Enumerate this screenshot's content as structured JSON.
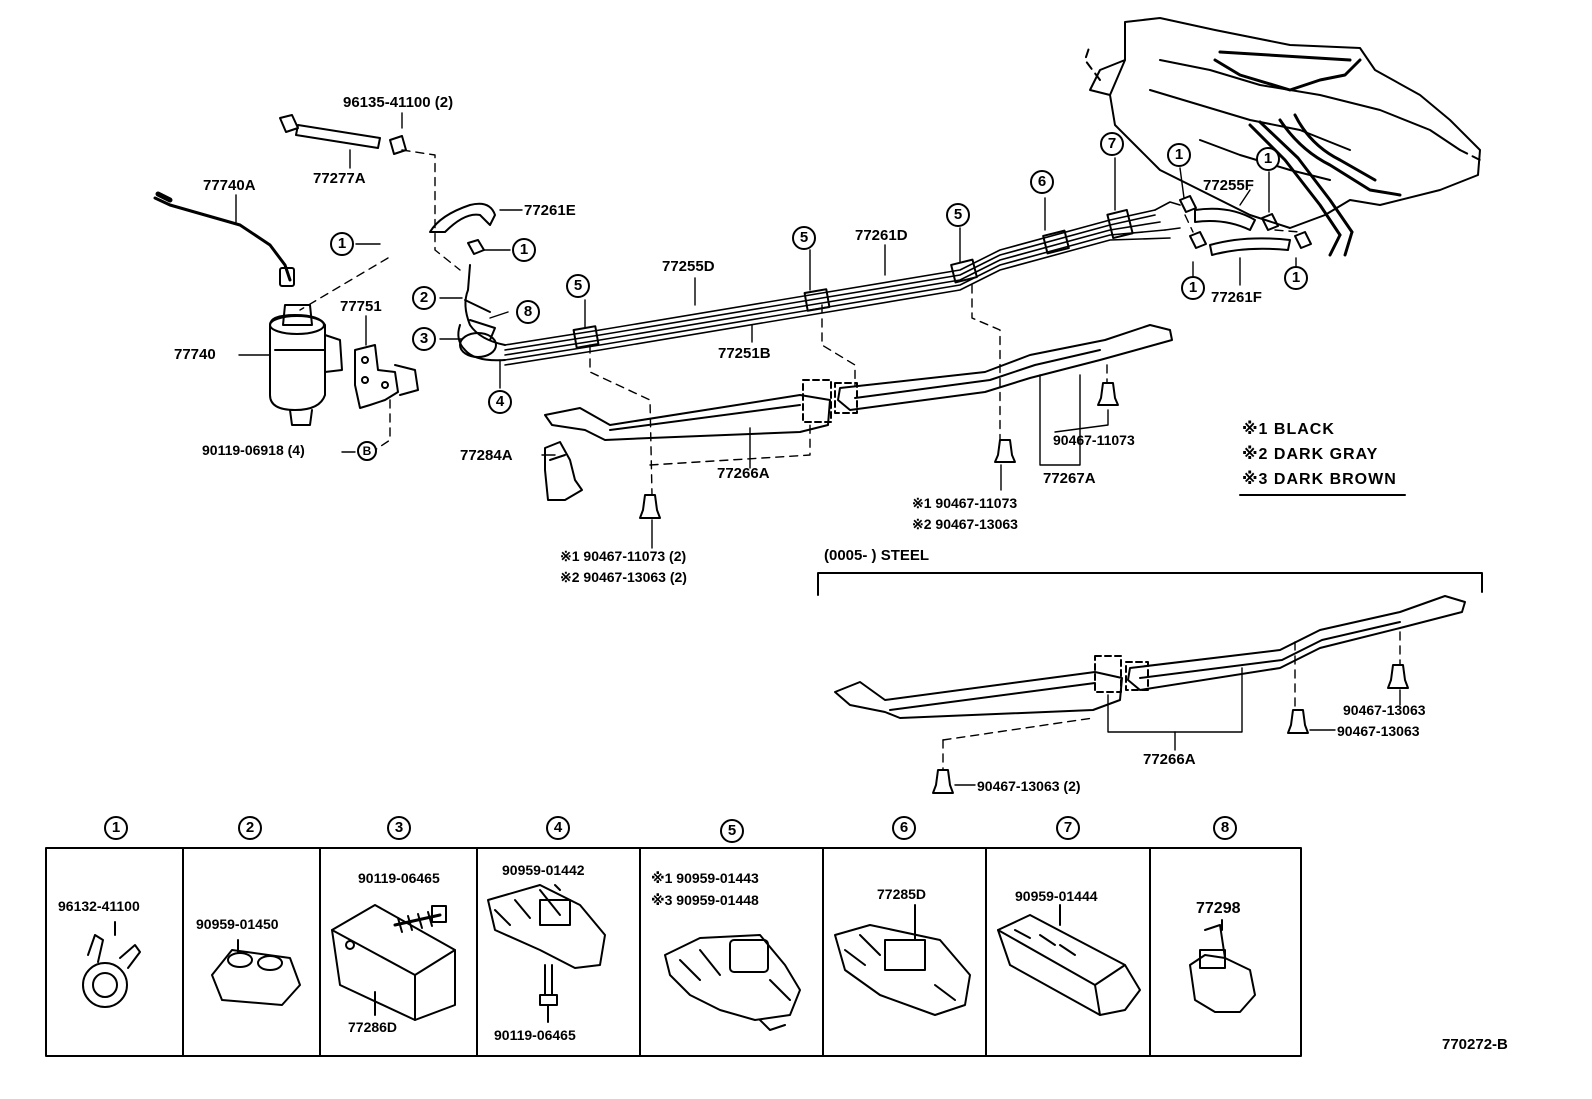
{
  "diagram_code": "770272-B",
  "steel_section": {
    "label": "(0005-       ) STEEL"
  },
  "legend": {
    "items": [
      {
        "mark": "※1",
        "text": "BLACK"
      },
      {
        "mark": "※2",
        "text": "DARK GRAY"
      },
      {
        "mark": "※3",
        "text": "DARK BROWN"
      }
    ]
  },
  "parts": {
    "p96135": "96135-41100 (2)",
    "p77277A": "77277A",
    "p77740A": "77740A",
    "p77261E": "77261E",
    "p77751": "77751",
    "p77740": "77740",
    "p90119_06918": "90119-06918 (4)",
    "markB": "B",
    "p77255D": "77255D",
    "p77261D": "77261D",
    "p77251B": "77251B",
    "p77284A": "77284A",
    "p77266A_top": "77266A",
    "p77255F": "77255F",
    "p77261F": "77261F",
    "p90467_11073_r": "90467-11073",
    "p77267A": "77267A",
    "mid_s1": "※1  90467-11073",
    "mid_s2": "※2  90467-13063",
    "left_s1": "※1  90467-11073 (2)",
    "left_s2": "※2  90467-13063 (2)",
    "steel_90467_a": "90467-13063",
    "steel_90467_b": "90467-13063",
    "steel_77266A": "77266A",
    "steel_90467_c": "90467-13063 (2)"
  },
  "callouts": [
    "1",
    "2",
    "3",
    "4",
    "5",
    "6",
    "7",
    "8"
  ],
  "cells": [
    {
      "num": "1",
      "labels": [
        "96132-41100"
      ]
    },
    {
      "num": "2",
      "labels": [
        "90959-01450"
      ]
    },
    {
      "num": "3",
      "labels": [
        "90119-06465",
        "77286D"
      ]
    },
    {
      "num": "4",
      "labels": [
        "90959-01442",
        "90119-06465"
      ]
    },
    {
      "num": "5",
      "labels": [
        "※1  90959-01443",
        "※3  90959-01448"
      ]
    },
    {
      "num": "6",
      "labels": [
        "77285D"
      ]
    },
    {
      "num": "7",
      "labels": [
        "90959-01444"
      ]
    },
    {
      "num": "8",
      "labels": [
        "77298"
      ]
    }
  ]
}
